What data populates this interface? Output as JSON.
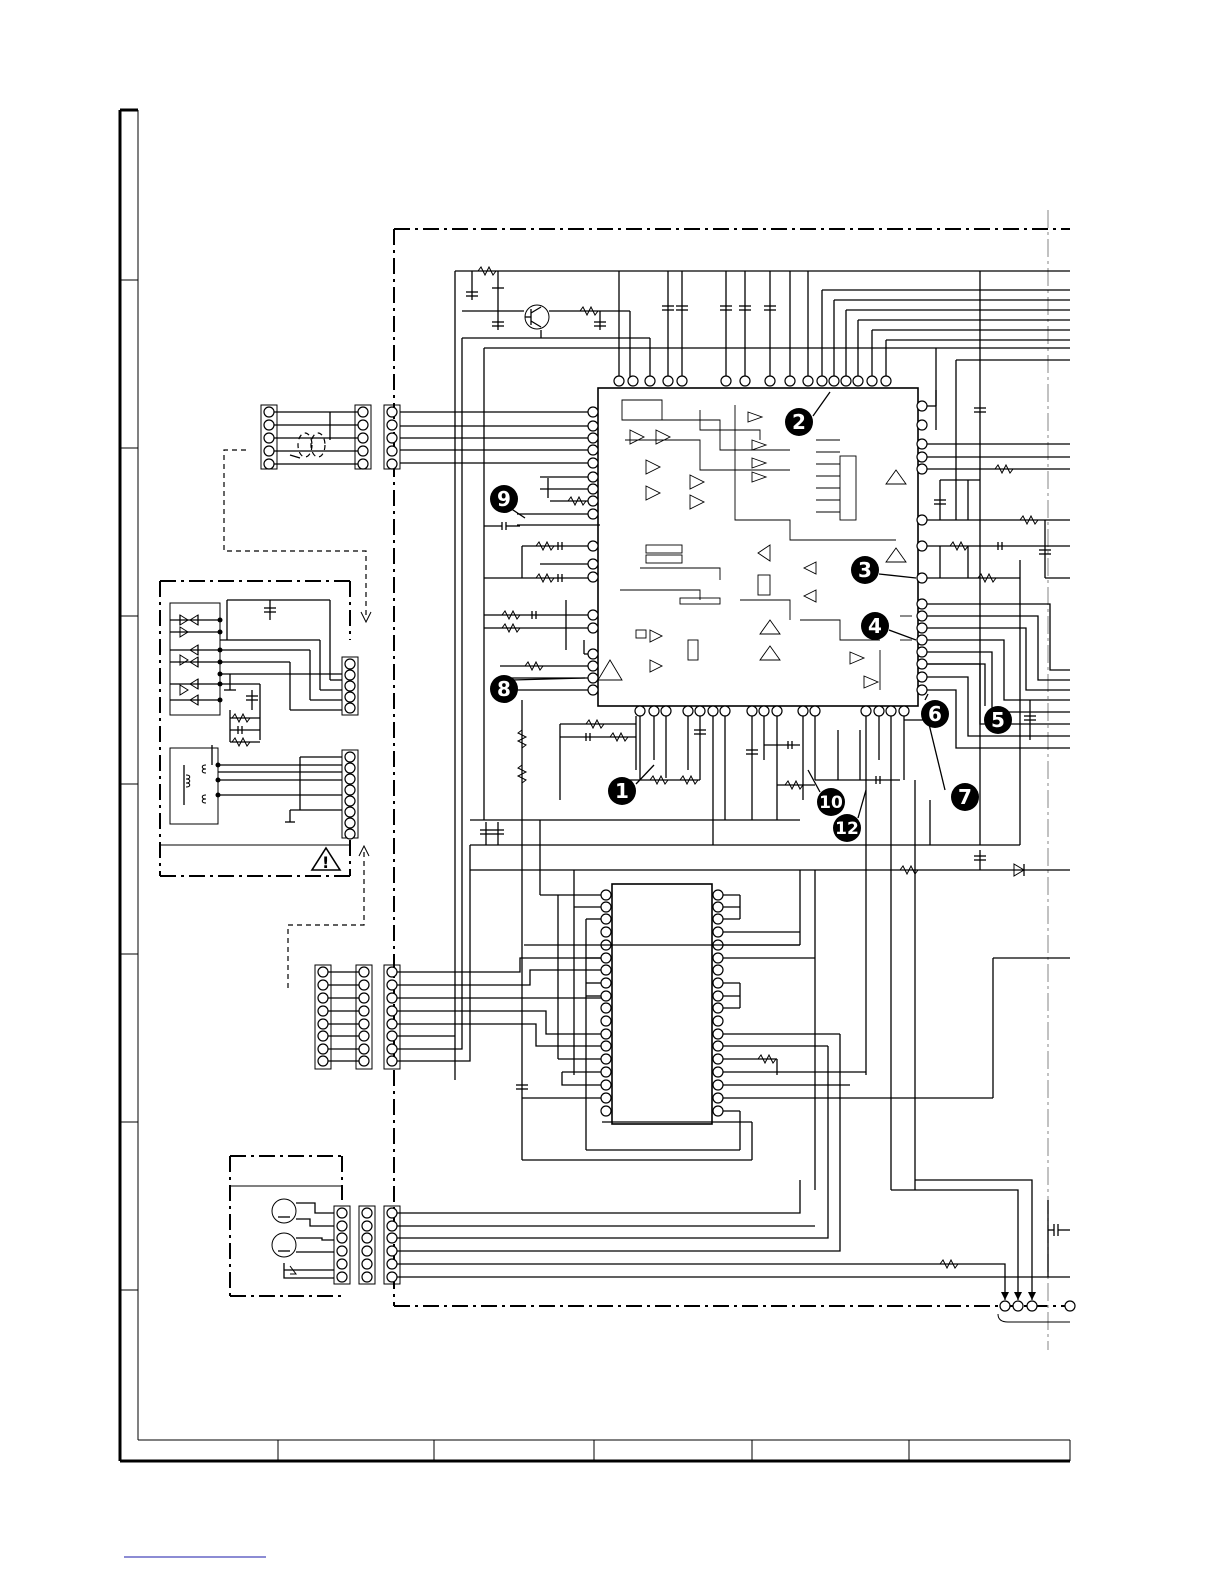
{
  "callouts": [
    {
      "label": "1"
    },
    {
      "label": "2"
    },
    {
      "label": "3"
    },
    {
      "label": "4"
    },
    {
      "label": "5"
    },
    {
      "label": "6"
    },
    {
      "label": "7"
    },
    {
      "label": "8"
    },
    {
      "label": "9"
    },
    {
      "label": "10"
    },
    {
      "label": "12"
    }
  ],
  "warning_symbol": "!"
}
